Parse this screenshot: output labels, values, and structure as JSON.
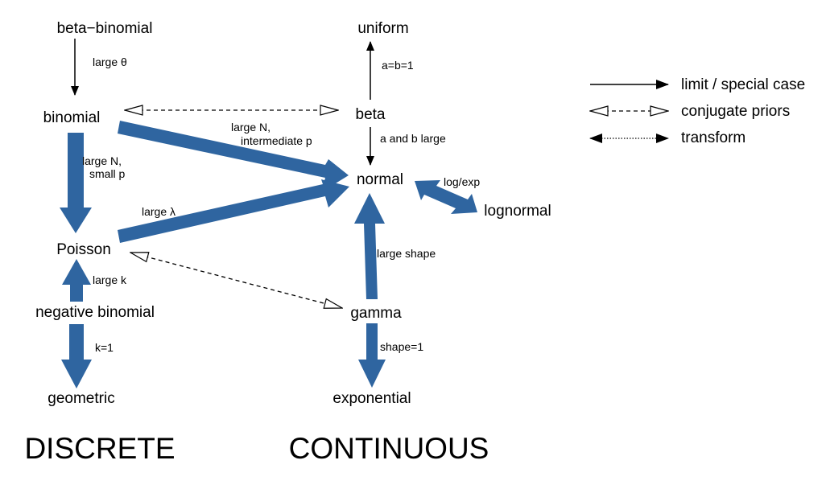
{
  "colors": {
    "thick_arrow": "#2f65a0",
    "line": "#000000",
    "background": "#ffffff"
  },
  "nodes": {
    "beta_binomial": "beta−binomial",
    "binomial": "binomial",
    "poisson": "Poisson",
    "negative_binomial": "negative binomial",
    "geometric": "geometric",
    "uniform": "uniform",
    "beta": "beta",
    "normal": "normal",
    "lognormal": "lognormal",
    "gamma": "gamma",
    "exponential": "exponential"
  },
  "edge_labels": {
    "large_theta": "large  θ",
    "large_n_small_p_1": "large N,",
    "large_n_small_p_2": "small p",
    "large_n_intermediate_1": "large N,",
    "large_n_intermediate_2": "intermediate p",
    "large_lambda": "large  λ",
    "large_k": "large k",
    "k1": "k=1",
    "ab1": "a=b=1",
    "ab_large": "a and b large",
    "log_exp": "log/exp",
    "large_shape": "large shape",
    "shape1": "shape=1"
  },
  "legend": {
    "limit": "limit / special case",
    "conjugate": "conjugate priors",
    "transform": "transform"
  },
  "section_labels": {
    "discrete": "DISCRETE",
    "continuous": "CONTINUOUS"
  }
}
